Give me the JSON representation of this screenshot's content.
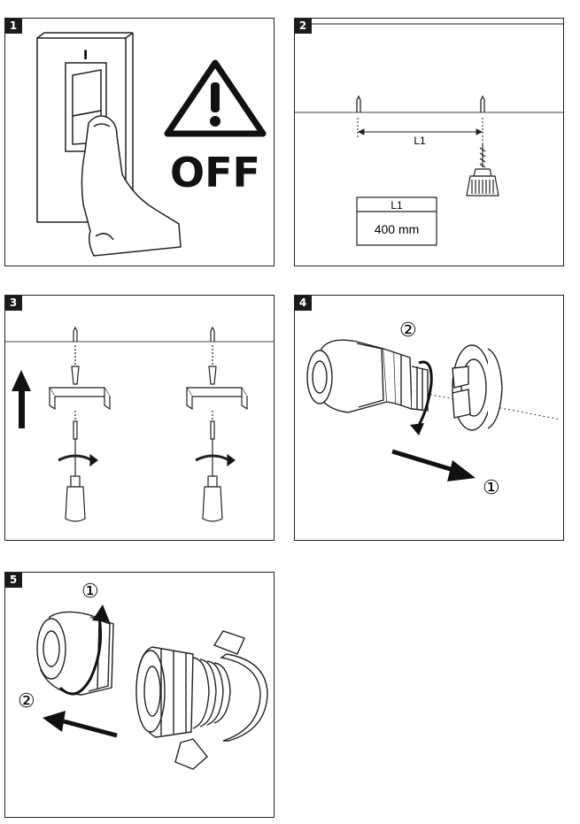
{
  "steps": [
    {
      "number": "1"
    },
    {
      "number": "2"
    },
    {
      "number": "3"
    },
    {
      "number": "4"
    },
    {
      "number": "5"
    }
  ],
  "step1": {
    "switch_mark": "I",
    "warning_text": "OFF"
  },
  "step2": {
    "dimension_label": "L1",
    "table_header": "L1",
    "table_value": "400 mm"
  },
  "step4": {
    "marker_1": "①",
    "marker_2": "②"
  },
  "step5": {
    "marker_1": "①",
    "marker_2": "②"
  }
}
